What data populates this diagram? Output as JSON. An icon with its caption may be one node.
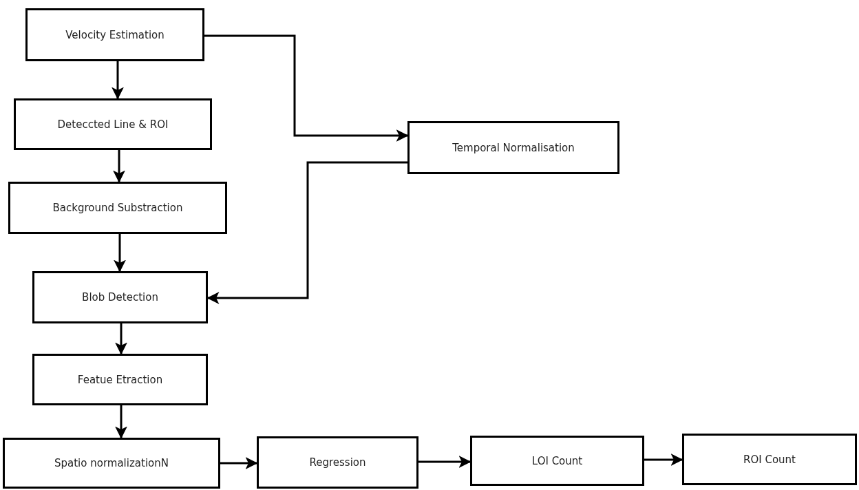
{
  "diagram": {
    "nodes": [
      {
        "text": [
          "Velocity Estimation"
        ]
      },
      {
        "text": [
          "Deteccted Line & ROI"
        ]
      },
      {
        "text": [
          "Background Substraction"
        ]
      },
      {
        "text": [
          "Blob Detection"
        ]
      },
      {
        "text": [
          "Featue Etraction"
        ]
      },
      {
        "text": [
          "Spatio normalizationN"
        ]
      },
      {
        "text": [
          "Regression"
        ]
      },
      {
        "text": [
          "LOI Count"
        ]
      },
      {
        "text": [
          "ROI Count"
        ]
      },
      {
        "text": [
          "Temporal Normalisation"
        ]
      }
    ],
    "edges": [
      {
        "from": 0,
        "to": 1,
        "arrow": "to"
      },
      {
        "from": 1,
        "to": 2,
        "arrow": "to"
      },
      {
        "from": 2,
        "to": 3,
        "arrow": "to"
      },
      {
        "from": 3,
        "to": 4,
        "arrow": "to"
      },
      {
        "from": 4,
        "to": 5,
        "arrow": "to"
      },
      {
        "from": 5,
        "to": 6,
        "arrow": "to"
      },
      {
        "from": 6,
        "to": 7,
        "arrow": "to"
      },
      {
        "from": 7,
        "to": 8,
        "arrow": "to"
      },
      {
        "from": 0,
        "to": 9,
        "arrow": "to"
      },
      {
        "from": 9,
        "to": 3,
        "arrow": "to"
      }
    ]
  }
}
